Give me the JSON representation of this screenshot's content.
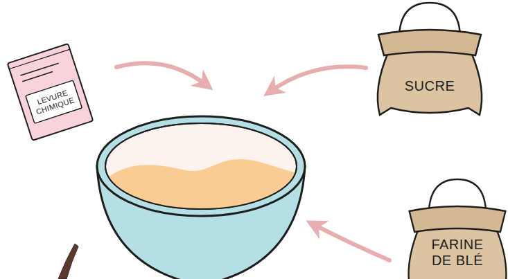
{
  "diagram": {
    "nodes": [
      {
        "text": [
          "LEVURE CHIMIQUE"
        ]
      },
      {
        "text": [
          "SUCRE"
        ]
      },
      {
        "text": [
          "FARINE DE BLÉ"
        ]
      }
    ]
  }
}
